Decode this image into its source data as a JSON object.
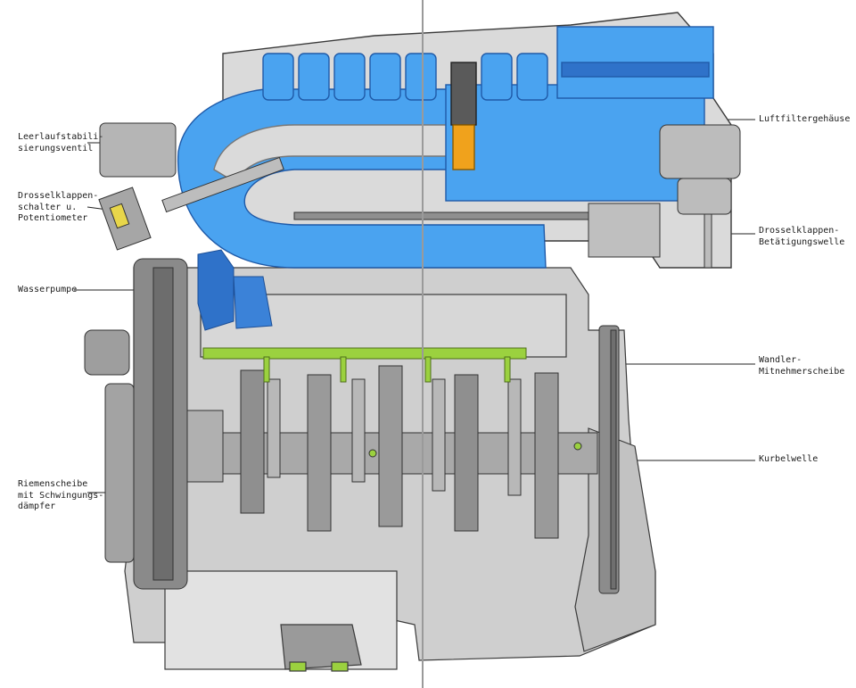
{
  "diagram": {
    "colors": {
      "intake_blue": "#4aa3f0",
      "intake_blue_dark": "#2f72c9",
      "engine_grey": "#c4c4c4",
      "engine_grey_dark": "#8f8f8f",
      "oil_gallery_green": "#9bd13f",
      "throttle_orange": "#f0a21c"
    },
    "labels_left": [
      {
        "id": "leerlauf",
        "text": "Leerlaufstabili-\nsierungsventil"
      },
      {
        "id": "drossel_schalter",
        "text": "Drosselklappen-\nschalter u.\nPotentiometer"
      },
      {
        "id": "wasserpumpe",
        "text": "Wasserpumpe"
      },
      {
        "id": "riemenscheibe",
        "text": "Riemenscheibe\nmit Schwingungs-\ndämpfer"
      }
    ],
    "labels_right": [
      {
        "id": "luftfilter",
        "text": "Luftfiltergehäuse"
      },
      {
        "id": "drossel_welle",
        "text": "Drosselklappen-\nBetätigungswelle"
      },
      {
        "id": "wandler",
        "text": "Wandler-\nMitnehmerscheibe"
      },
      {
        "id": "kurbelwelle",
        "text": "Kurbelwelle"
      }
    ]
  }
}
